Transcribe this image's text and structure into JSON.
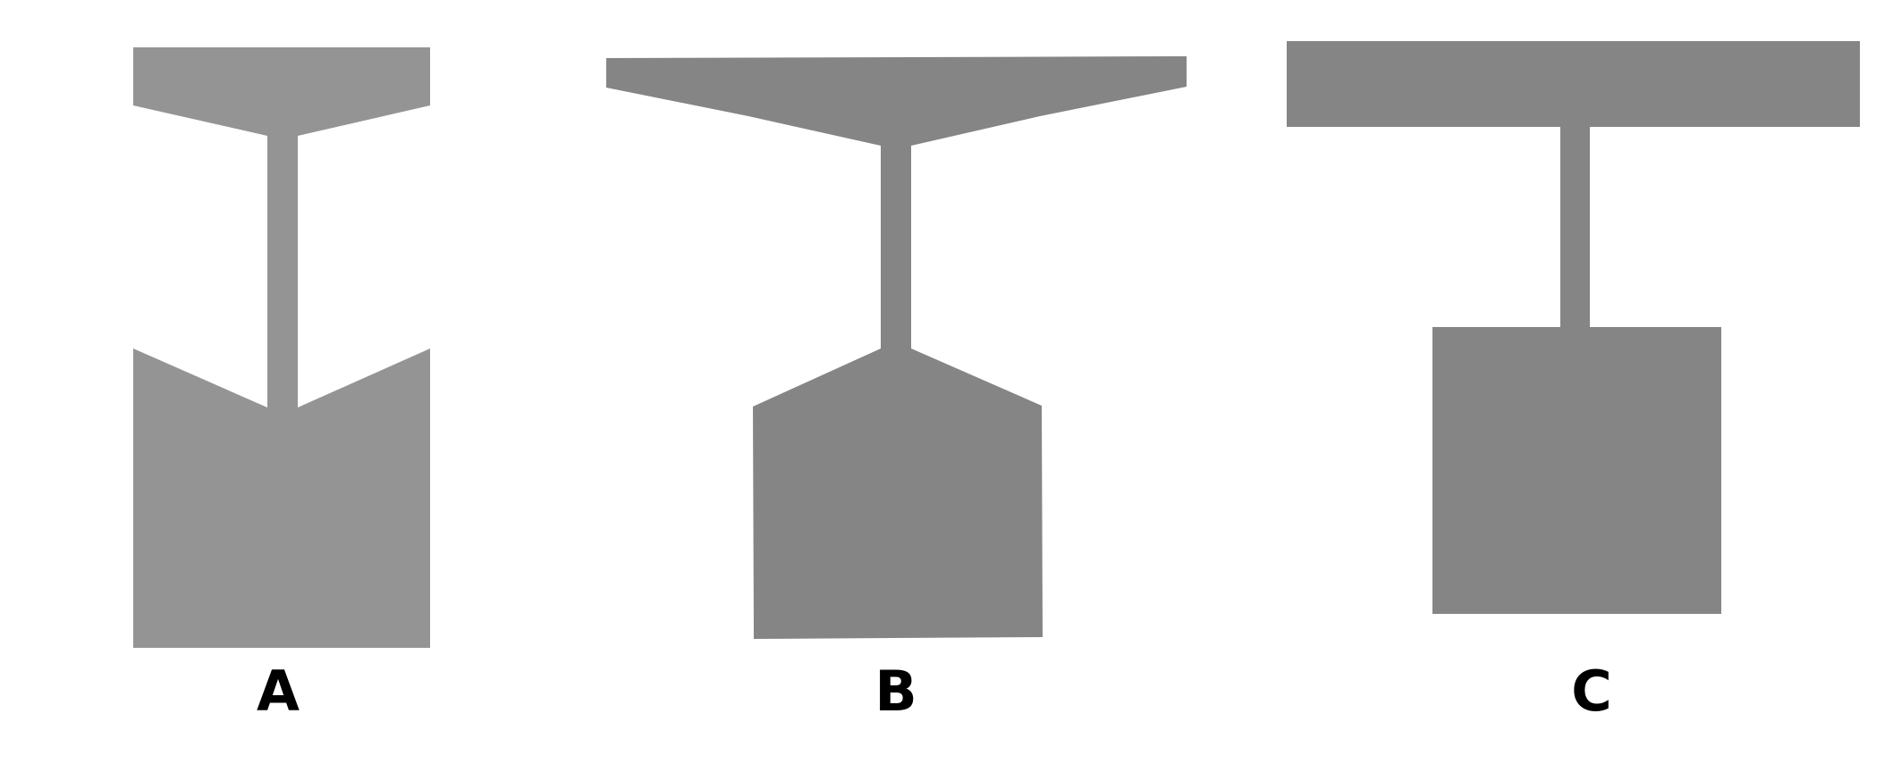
{
  "panels": [
    {
      "id": "A",
      "label": "A",
      "shape": "shape-a",
      "fill": "#949494"
    },
    {
      "id": "B",
      "label": "B",
      "shape": "shape-b",
      "fill": "#858585"
    },
    {
      "id": "C",
      "label": "C",
      "shape": "shape-c",
      "fill": "#858585"
    }
  ],
  "colors": {
    "background": "#ffffff",
    "label_text": "#000000"
  }
}
